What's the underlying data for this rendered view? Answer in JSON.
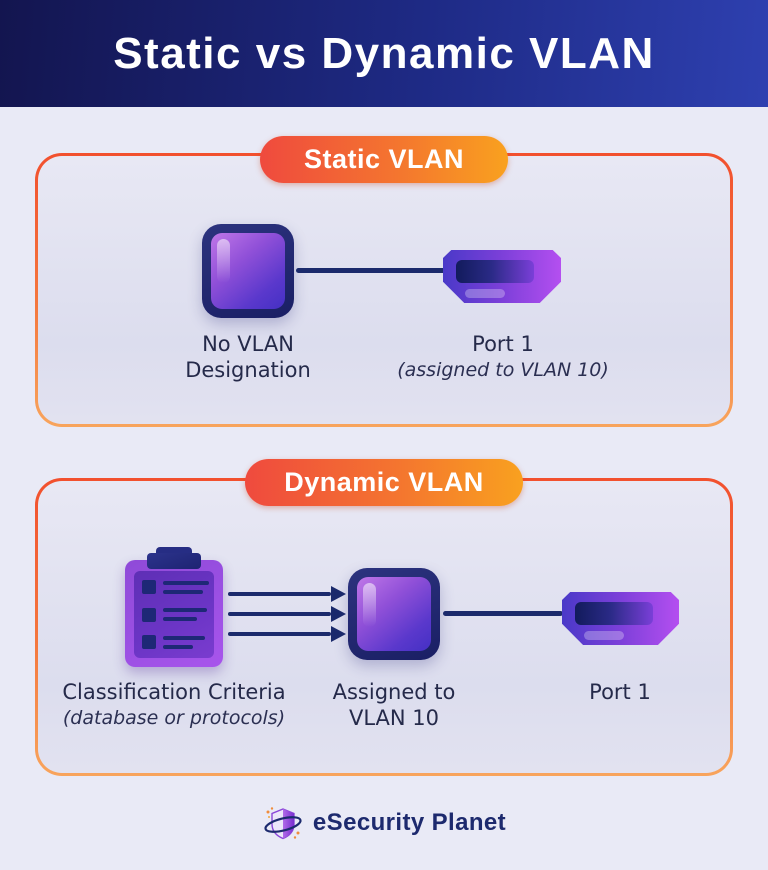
{
  "header": {
    "title": "Static vs Dynamic VLAN"
  },
  "sections": {
    "static": {
      "badge": "Static VLAN",
      "device_label_line1": "No VLAN",
      "device_label_line2": "Designation",
      "port_label": "Port 1",
      "port_note": "(assigned to VLAN 10)"
    },
    "dynamic": {
      "badge": "Dynamic VLAN",
      "criteria_label": "Classification Criteria",
      "criteria_note": "(database or protocols)",
      "assigned_label_line1": "Assigned to",
      "assigned_label_line2": "VLAN 10",
      "port_label": "Port 1"
    }
  },
  "footer": {
    "brand": "eSecurity Planet"
  },
  "colors": {
    "header_navy_dark": "#13154f",
    "header_navy_light": "#2e40b0",
    "accent_orange": "#f2502e",
    "accent_amber": "#f9a11f",
    "device_purple": "#7a3fd8",
    "line_navy": "#1b2a6c",
    "page_background": "#e9eaf6"
  }
}
